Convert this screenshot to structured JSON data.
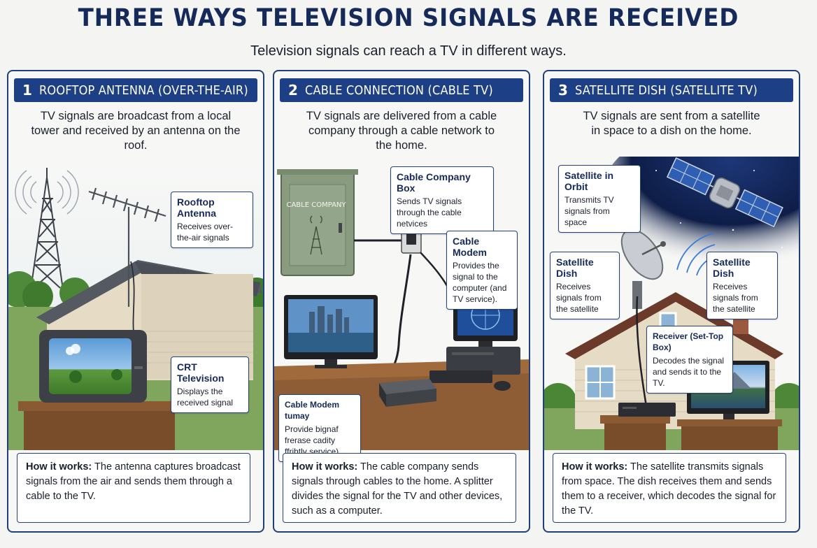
{
  "title": "THREE WAYS TELEVISION SIGNALS ARE RECEIVED",
  "subtitle": "Television signals can reach a TV in different ways.",
  "how_label": "How it works:",
  "panels": [
    {
      "number": "1",
      "heading": "ROOFTOP ANTENNA (OVER-THE-AIR)",
      "description": "TV signals are broadcast from a local tower and received by an antenna on the roof.",
      "callouts": [
        {
          "title": "Rooftop Antenna",
          "text": "Receives over-the-air signals"
        },
        {
          "title": "CRT Television",
          "text": "Displays the received signal"
        }
      ],
      "how": "The antenna captures broadcast signals from the air and sends them through a cable to the TV."
    },
    {
      "number": "2",
      "heading": "CABLE CONNECTION (CABLE TV)",
      "description": "TV signals are delivered from a cable company through a cable network to the home.",
      "box_label": "CABLE COMPANY",
      "callouts": [
        {
          "title": "Cable Company Box",
          "text": "Sends TV signals through the cable netvices"
        },
        {
          "title": "Cable Modem",
          "text": "Provides the signal to the computer (and TV service)."
        },
        {
          "title": "Cable Modem tumay",
          "text": "Provide bignaf frerase cadity ffrihtly service)"
        }
      ],
      "how": "The cable company sends signals through cables to the home. A splitter divides the signal for the TV and other devices, such as a computer."
    },
    {
      "number": "3",
      "heading": "SATELLITE DISH (SATELLITE TV)",
      "description": "TV signals are sent from a satellite in space to a dish on the home.",
      "callouts": [
        {
          "title": "Satellite in Orbit",
          "text": "Transmits TV signals from space"
        },
        {
          "title": "Satellite Dish",
          "text": "Receives signals from the satellite"
        },
        {
          "title": "Satellite Dish",
          "text": "Receives signals from the satellite"
        },
        {
          "title": "Receiver (Set-Top Box)",
          "text": "Decodes the signal and sends it to the TV."
        }
      ],
      "how": "The satellite transmits signals from space. The dish receives them and sends them to a receiver, which decodes the signal for the TV."
    }
  ]
}
